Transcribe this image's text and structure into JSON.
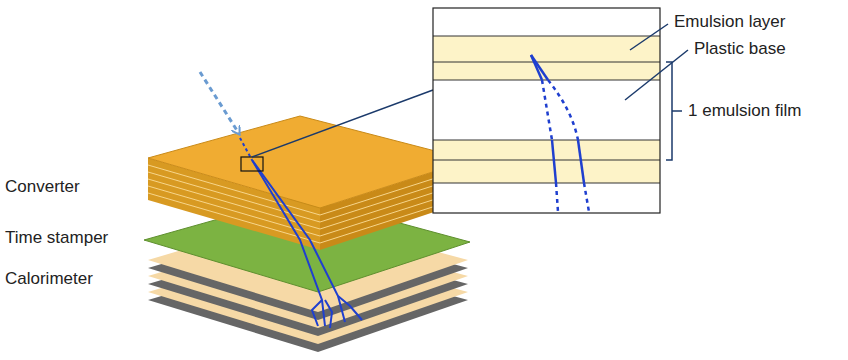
{
  "diagram": {
    "labels": [
      "Emulsion layer",
      "Plastic base",
      "1 emulsion film",
      "Converter",
      "Time stamper",
      "Calorimeter"
    ]
  }
}
